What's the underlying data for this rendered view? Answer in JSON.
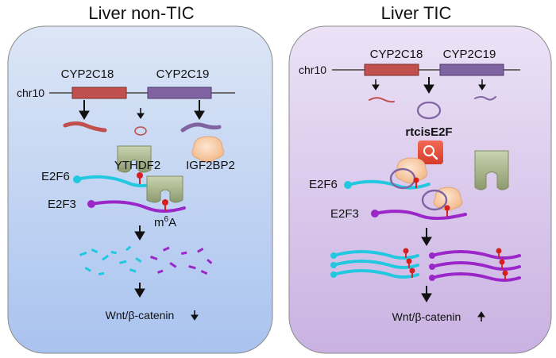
{
  "panels": {
    "left": {
      "title": "Liver non-TIC",
      "chromosome": "chr10",
      "gene_a": "CYP2C18",
      "gene_b": "CYP2C19",
      "reader_a": "YTHDF2",
      "reader_b": "IGF2BP2",
      "target_a": "E2F6",
      "target_b": "E2F3",
      "mark": "m",
      "mark_sup": "6",
      "mark_tail": "A",
      "pathway": "Wnt/β-catenin",
      "pathway_change": "down"
    },
    "right": {
      "title": "Liver TIC",
      "chromosome": "chr10",
      "gene_a": "CYP2C18",
      "gene_b": "CYP2C19",
      "circrna": "rtcisE2F",
      "target_a": "E2F6",
      "target_b": "E2F3",
      "pathway": "Wnt/β-catenin",
      "pathway_change": "up"
    }
  },
  "colors": {
    "gene_a": "#c0504d",
    "gene_b": "#8064a2",
    "e2f6_rna": "#22c8e0",
    "e2f3_rna": "#9b27c9",
    "m6a_pin": "#d42020",
    "left_bg": "#c8d8f2",
    "right_bg": "#d8c6ea"
  }
}
